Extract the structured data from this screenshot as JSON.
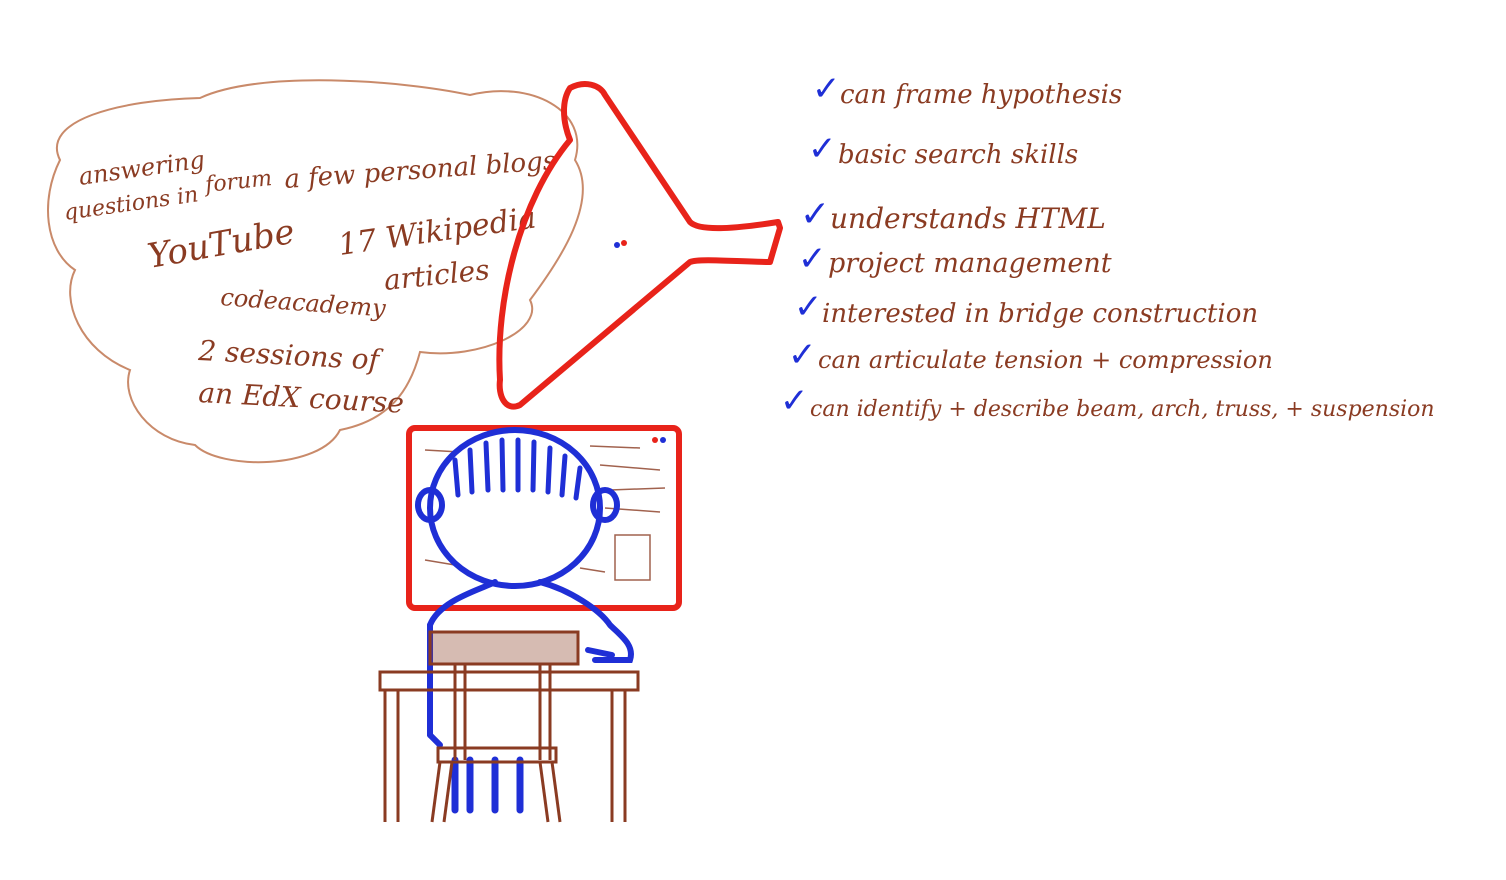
{
  "cloud": {
    "sources": [
      "answering",
      "questions in",
      "forum",
      "a few personal blogs",
      "YouTube",
      "17 Wikipedia",
      "articles",
      "codeacademy",
      "2 sessions of",
      "an EdX course"
    ]
  },
  "skills": [
    "can frame hypothesis",
    "basic search skills",
    "understands HTML",
    "project management",
    "interested in bridge construction",
    "can articulate tension + compression",
    "can identify + describe beam, arch, truss, + suspension"
  ],
  "check_glyph": "✓",
  "colors": {
    "ink_brown": "#8a3b22",
    "ink_blue": "#1f2fd6",
    "ink_red": "#e8231a",
    "cloud_outline": "#c98a6a"
  },
  "icons": {
    "funnel": "funnel-icon",
    "monitor": "monitor-icon",
    "person": "person-icon",
    "desk": "desk-icon",
    "chair": "chair-icon",
    "check": "checkmark-icon"
  }
}
